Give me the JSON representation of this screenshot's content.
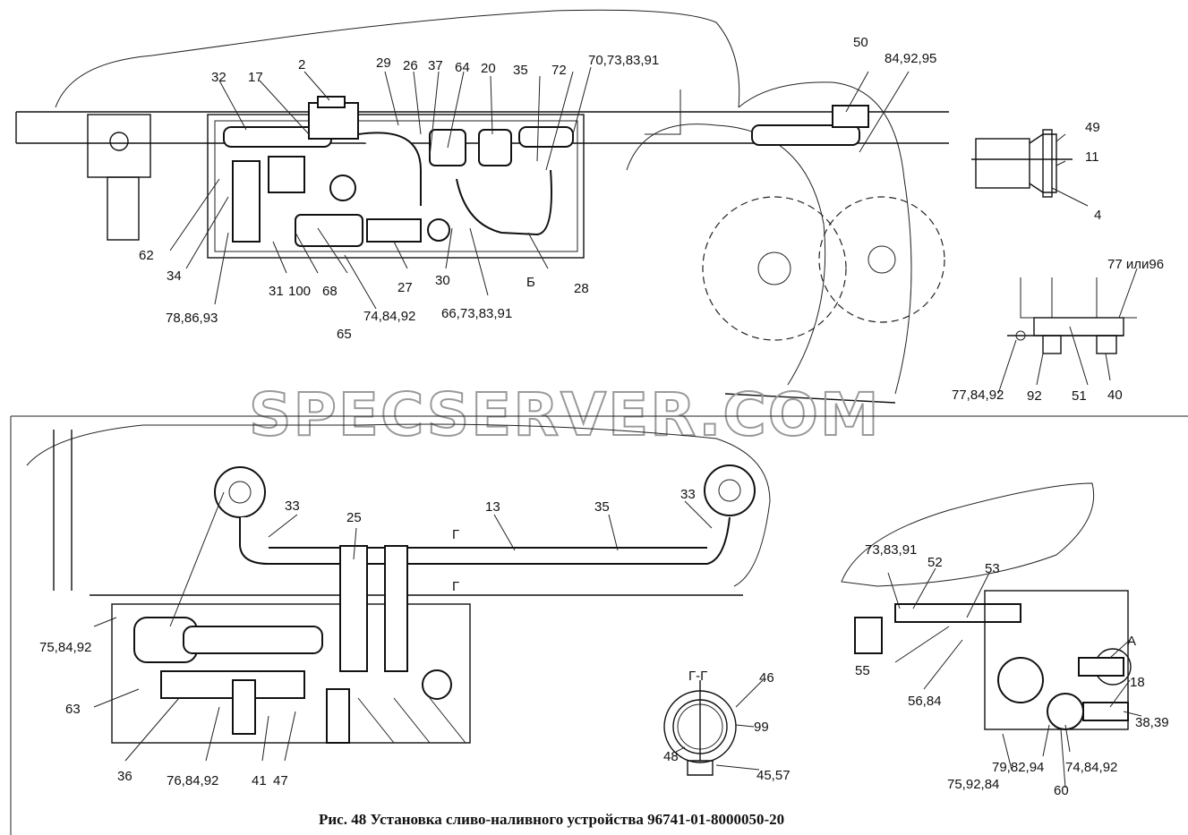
{
  "caption": "Рис. 48 Установка сливо-наливного устройства 96741-01-8000050-20",
  "watermark": "SPECSERVER.COM",
  "top_view": {
    "labels": [
      "2",
      "17",
      "32",
      "29",
      "26",
      "37",
      "64",
      "20",
      "35",
      "72",
      "70,73,83,91",
      "50",
      "84,92,95",
      "62",
      "34",
      "78,86,93",
      "31",
      "100",
      "68",
      "65",
      "74,84,92",
      "27",
      "30",
      "66,73,83,91",
      "Б",
      "28"
    ]
  },
  "detail_b": {
    "labels": [
      "49",
      "11",
      "4"
    ]
  },
  "detail_a": {
    "labels": [
      "77 или96",
      "77,84,92",
      "92",
      "51",
      "40"
    ]
  },
  "bottom_view": {
    "labels": [
      "33",
      "25",
      "13",
      "35",
      "33",
      "Г",
      "Г",
      "75,84,92",
      "63",
      "36",
      "76,84,92",
      "41",
      "47"
    ]
  },
  "section_gg": {
    "title": "Г-Г",
    "labels": [
      "46",
      "99",
      "48",
      "45,57"
    ]
  },
  "side_view": {
    "labels": [
      "73,83,91",
      "52",
      "53",
      "A",
      "18",
      "55",
      "56,84",
      "79,82,94",
      "74,84,92",
      "38,39",
      "75,92,84",
      "60"
    ]
  }
}
